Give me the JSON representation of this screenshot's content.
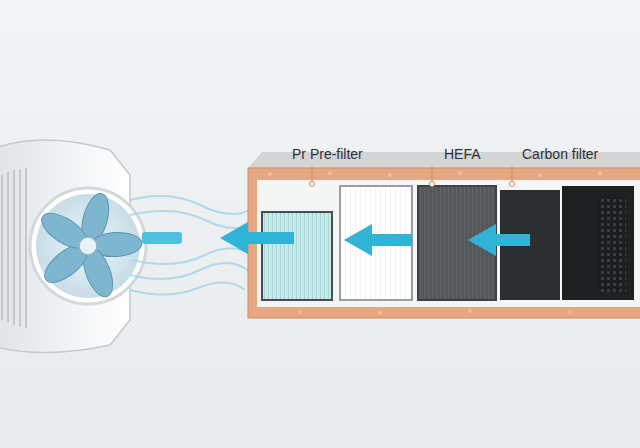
{
  "diagram": {
    "labels": [
      "Pr Pre-filter",
      "HEFA",
      "Carbon filter"
    ]
  }
}
